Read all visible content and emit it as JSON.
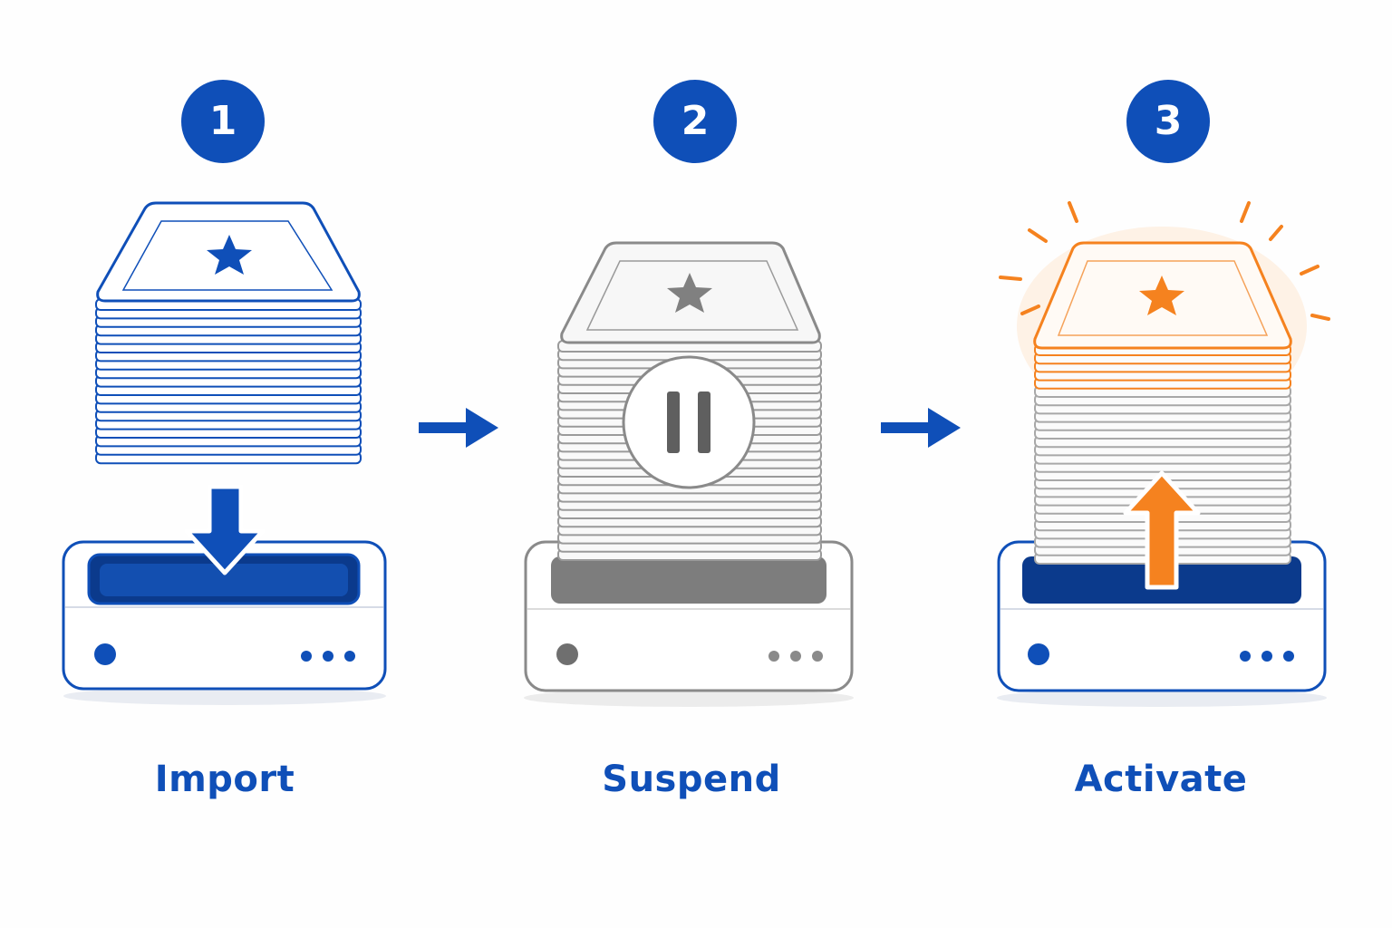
{
  "colors": {
    "primary": "#0f4fb8",
    "primary_dark": "#0b3a8c",
    "gray": "#8a8a8a",
    "gray_dark": "#5f5f5f",
    "accent": "#f5821f"
  },
  "steps": [
    {
      "number": "1",
      "label": "Import",
      "state": "importing",
      "icons": [
        "card-stack-icon",
        "star-icon",
        "down-arrow-icon",
        "reader-device-icon"
      ]
    },
    {
      "number": "2",
      "label": "Suspend",
      "state": "paused",
      "icons": [
        "card-stack-icon",
        "star-icon",
        "pause-icon",
        "reader-device-icon"
      ]
    },
    {
      "number": "3",
      "label": "Activate",
      "state": "active",
      "icons": [
        "card-stack-icon",
        "star-icon",
        "up-arrow-icon",
        "glow-rays-icon",
        "reader-device-icon"
      ]
    }
  ],
  "connectors": [
    "right-arrow-icon",
    "right-arrow-icon"
  ]
}
